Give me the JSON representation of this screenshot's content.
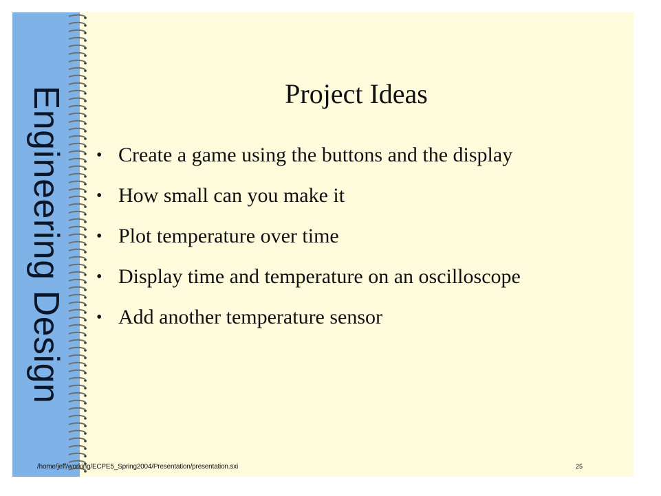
{
  "slide": {
    "side_title": "Engineering Design",
    "title": "Project Ideas",
    "bullets": [
      "Create a game using the buttons and the display",
      "How small can you make it",
      "Plot temperature over time",
      "Display time and temperature on an oscilloscope",
      "Add another temperature sensor"
    ],
    "bullet_symbol": "•",
    "footer_path": "/home/jeff/working/ECPE5_Spring2004/Presentation/presentation.sxi",
    "page_number": "25"
  },
  "colors": {
    "background": "#fefbdc",
    "spine": "#7fb3e8",
    "text": "#111111",
    "rings": "#6f6f6f"
  }
}
